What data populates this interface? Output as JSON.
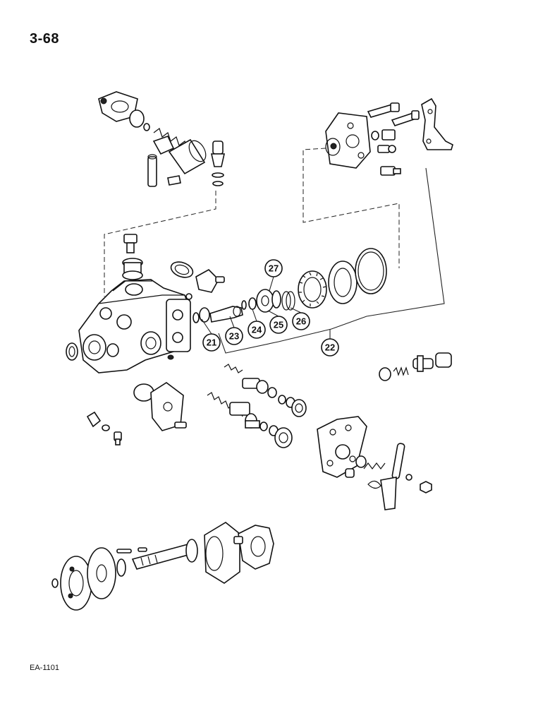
{
  "page": {
    "number": "3-68",
    "figure_code": "EA-1101"
  },
  "callouts": [
    "21",
    "22",
    "23",
    "24",
    "25",
    "26",
    "27"
  ]
}
